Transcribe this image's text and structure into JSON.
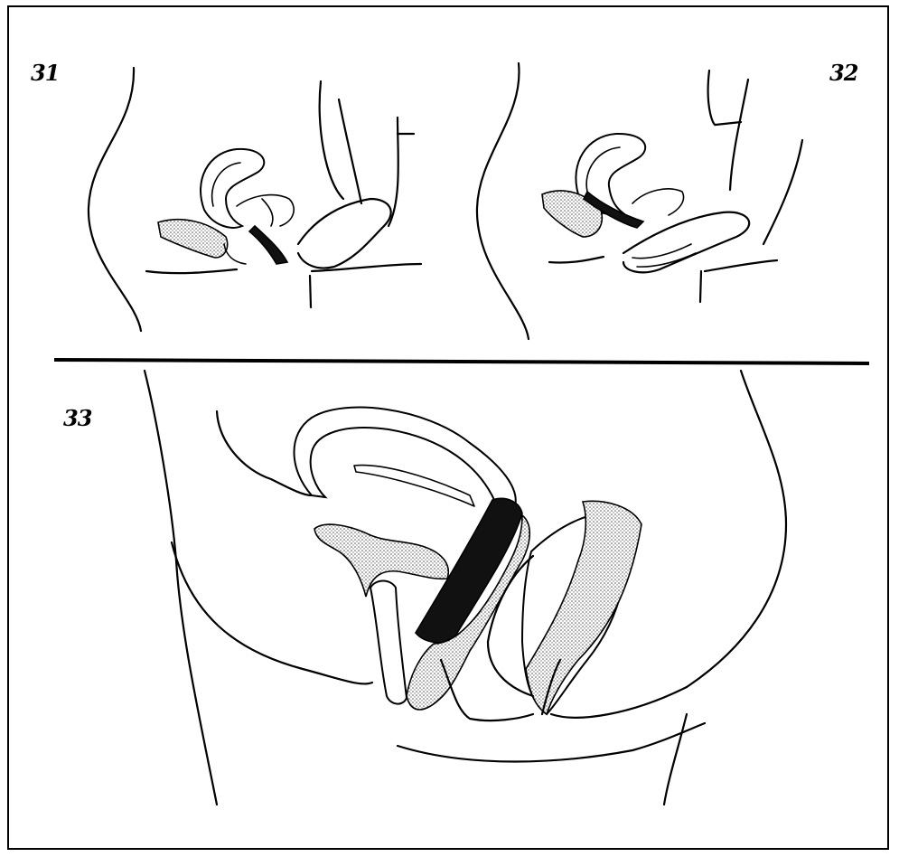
{
  "figures": [
    {
      "id": "31",
      "label": "31"
    },
    {
      "id": "32",
      "label": "32"
    },
    {
      "id": "33",
      "label": "33"
    }
  ],
  "colors": {
    "ink": "#000000",
    "paper": "#ffffff",
    "stipple": "#8a8a8a"
  }
}
